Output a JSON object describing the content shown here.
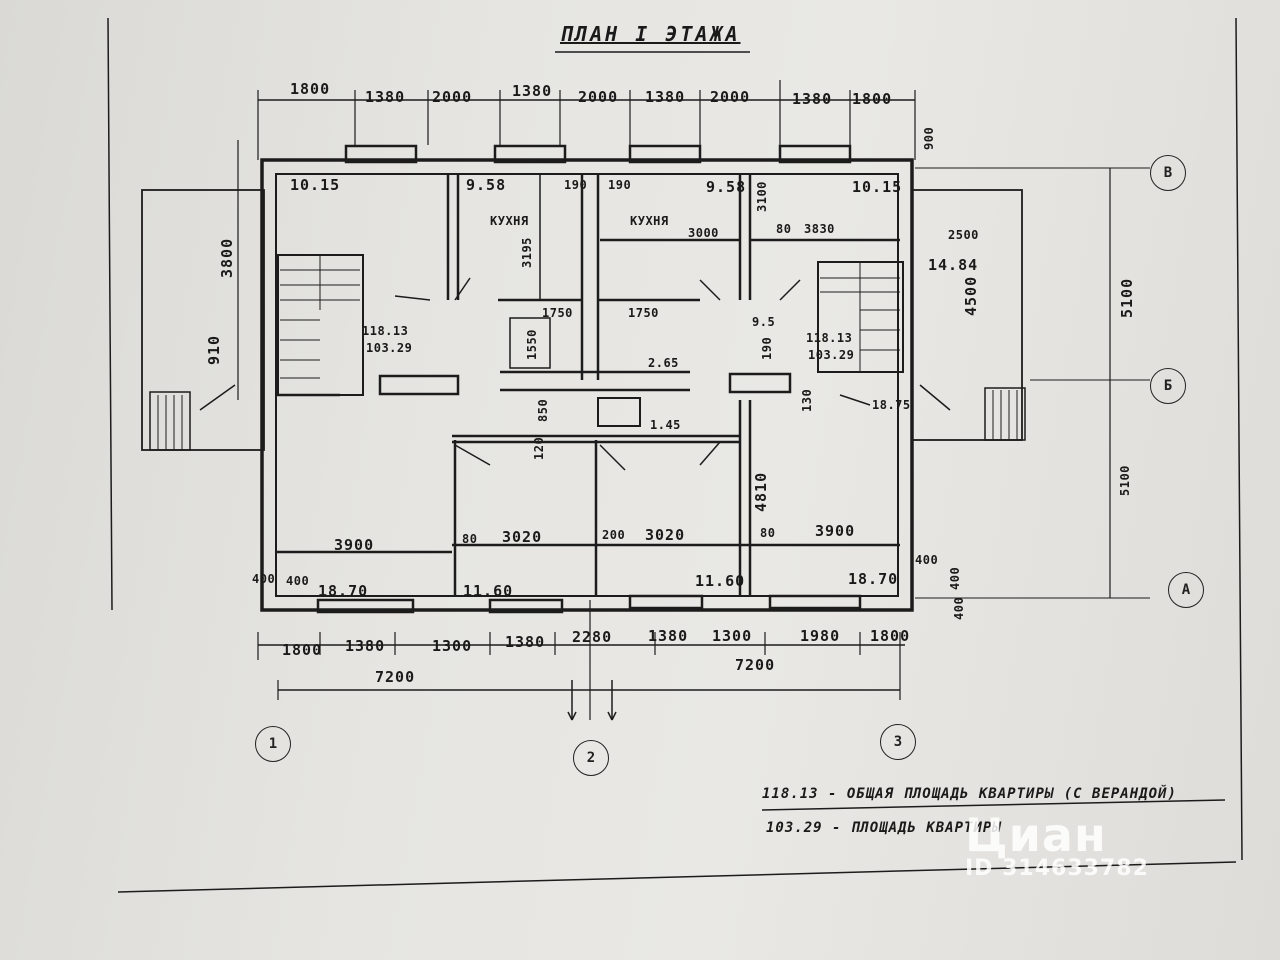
{
  "title": "ПЛАН I ЭТАЖА",
  "dimensions_top": [
    "1800",
    "1380",
    "2000",
    "1380",
    "2000",
    "1380",
    "2000",
    "1380",
    "1800"
  ],
  "dimensions_bottom": [
    "1800",
    "1380",
    "1300",
    "1380",
    "2280",
    "1380",
    "1300",
    "1980",
    "1800"
  ],
  "dimensions_overall": [
    "7200",
    "7200"
  ],
  "dimensions_left": [
    "3800",
    "910"
  ],
  "dimensions_right": [
    "2500",
    "4500",
    "5100",
    "5100"
  ],
  "dimensions_right_small": [
    "900",
    "400",
    "400",
    "400",
    "400"
  ],
  "axes": {
    "letters": [
      "В",
      "Б",
      "А"
    ],
    "numbers": [
      "1",
      "2",
      "3"
    ]
  },
  "room_areas": [
    "10.15",
    "9.58",
    "9.58",
    "10.15",
    "14.84",
    "18.70",
    "11.60",
    "11.60",
    "18.70",
    "18.75",
    "9.5",
    "2.65",
    "1.45"
  ],
  "room_names": [
    "КУХНЯ",
    "КУХНЯ"
  ],
  "apartment_areas": [
    "118.13",
    "103.29",
    "118.13",
    "103.29"
  ],
  "inner_dimensions": [
    "190",
    "190",
    "3100",
    "3195",
    "3000",
    "80",
    "3830",
    "1750",
    "1750",
    "1550",
    "190",
    "850",
    "120",
    "4810",
    "3900",
    "80",
    "3020",
    "200",
    "3020",
    "80",
    "3900",
    "130",
    "400"
  ],
  "legend": [
    {
      "value": "118.13",
      "text": "- ОБЩАЯ ПЛОЩАДЬ КВАРТИРЫ (С ВЕРАНДОЙ)"
    },
    {
      "value": "103.29",
      "text": "- ПЛОЩАДЬ КВАРТИРЫ"
    }
  ],
  "watermark": {
    "logo": "Циан",
    "id": "ID 314633782"
  }
}
